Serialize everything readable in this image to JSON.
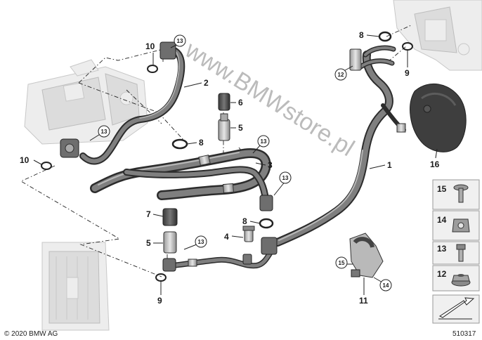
{
  "callouts": [
    {
      "id": "c1",
      "label": "1"
    },
    {
      "id": "c2",
      "label": "2"
    },
    {
      "id": "c3",
      "label": "3"
    },
    {
      "id": "c4",
      "label": "4"
    },
    {
      "id": "c5a",
      "label": "5"
    },
    {
      "id": "c5b",
      "label": "5"
    },
    {
      "id": "c6",
      "label": "6"
    },
    {
      "id": "c7",
      "label": "7"
    },
    {
      "id": "c8a",
      "label": "8"
    },
    {
      "id": "c8b",
      "label": "8"
    },
    {
      "id": "c8c",
      "label": "8"
    },
    {
      "id": "c9a",
      "label": "9"
    },
    {
      "id": "c9b",
      "label": "9"
    },
    {
      "id": "c10a",
      "label": "10"
    },
    {
      "id": "c10b",
      "label": "10"
    },
    {
      "id": "c11",
      "label": "11"
    },
    {
      "id": "c16",
      "label": "16"
    }
  ],
  "circled_callouts": [
    {
      "id": "k13a",
      "label": "13"
    },
    {
      "id": "k13b",
      "label": "13"
    },
    {
      "id": "k13c",
      "label": "13"
    },
    {
      "id": "k13d",
      "label": "13"
    },
    {
      "id": "k13e",
      "label": "13"
    },
    {
      "id": "k12a",
      "label": "12"
    },
    {
      "id": "k15a",
      "label": "15"
    },
    {
      "id": "k14a",
      "label": "14"
    }
  ],
  "legend": [
    {
      "label": "15",
      "icon": "torx-screw-icon"
    },
    {
      "label": "14",
      "icon": "clip-nut-icon"
    },
    {
      "label": "13",
      "icon": "bolt-icon"
    },
    {
      "label": "12",
      "icon": "flange-nut-icon"
    }
  ],
  "footer": {
    "copyright": "© 2020 BMW AG",
    "diagram_number": "510317"
  },
  "watermark": "www.BMWstore.pl",
  "colors": {
    "hose": "#2c2c2c",
    "ghost_part": "#ededed",
    "legend_box": "#f0f0f0"
  }
}
